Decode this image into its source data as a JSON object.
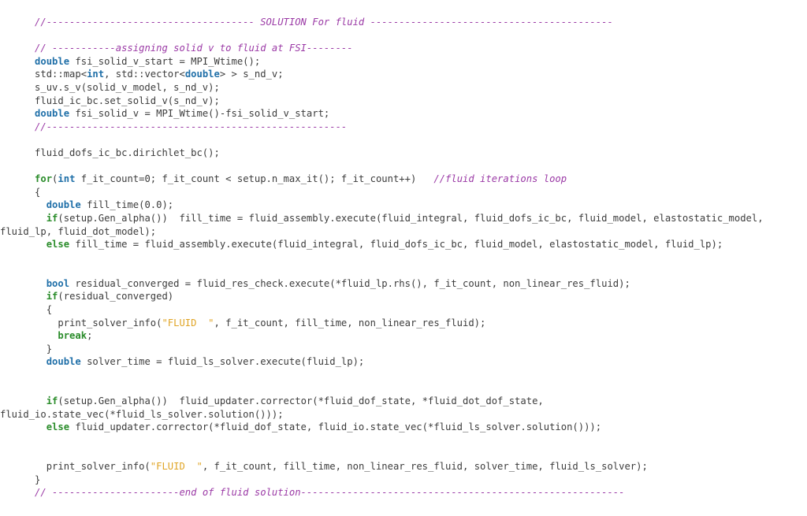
{
  "colors": {
    "background": "#ffffff",
    "plain": "#3c3c3c",
    "keyword_type": "#1f6fa8",
    "keyword_control": "#2a8c2a",
    "comment": "#9b3aa6",
    "string": "#e0a526"
  },
  "lines": [
    [
      {
        "t": "      "
      },
      {
        "t": "//------------------------------------ SOLUTION For fluid ------------------------------------------",
        "c": "cm"
      }
    ],
    [],
    [
      {
        "t": "      "
      },
      {
        "t": "// -----------assigning solid v to fluid at FSI--------",
        "c": "cm"
      }
    ],
    [
      {
        "t": "      "
      },
      {
        "t": "double",
        "c": "kw"
      },
      {
        "t": " fsi_solid_v_start = MPI_Wtime();"
      }
    ],
    [
      {
        "t": "      std::map<"
      },
      {
        "t": "int",
        "c": "kw"
      },
      {
        "t": ", std::vector<"
      },
      {
        "t": "double",
        "c": "kw"
      },
      {
        "t": "> > s_nd_v;"
      }
    ],
    [
      {
        "t": "      s_uv.s_v(solid_v_model, s_nd_v);"
      }
    ],
    [
      {
        "t": "      fluid_ic_bc.set_solid_v(s_nd_v);"
      }
    ],
    [
      {
        "t": "      "
      },
      {
        "t": "double",
        "c": "kw"
      },
      {
        "t": " fsi_solid_v = MPI_Wtime()-fsi_solid_v_start;"
      }
    ],
    [
      {
        "t": "      "
      },
      {
        "t": "//----------------------------------------------------",
        "c": "cm"
      }
    ],
    [],
    [
      {
        "t": "      fluid_dofs_ic_bc.dirichlet_bc();"
      }
    ],
    [],
    [
      {
        "t": "      "
      },
      {
        "t": "for",
        "c": "kw2"
      },
      {
        "t": "("
      },
      {
        "t": "int",
        "c": "kw"
      },
      {
        "t": " f_it_count=0; f_it_count < setup.n_max_it(); f_it_count++)   "
      },
      {
        "t": "//fluid iterations loop",
        "c": "cm"
      }
    ],
    [
      {
        "t": "      {"
      }
    ],
    [
      {
        "t": "        "
      },
      {
        "t": "double",
        "c": "kw"
      },
      {
        "t": " fill_time(0.0);"
      }
    ],
    [
      {
        "t": "        "
      },
      {
        "t": "if",
        "c": "kw2"
      },
      {
        "t": "(setup.Gen_alpha())  fill_time = fluid_assembly.execute(fluid_integral, fluid_dofs_ic_bc, fluid_model, elastostatic_model,"
      }
    ],
    [
      {
        "t": "fluid_lp, fluid_dot_model);"
      }
    ],
    [
      {
        "t": "        "
      },
      {
        "t": "else",
        "c": "kw2"
      },
      {
        "t": " fill_time = fluid_assembly.execute(fluid_integral, fluid_dofs_ic_bc, fluid_model, elastostatic_model, fluid_lp);"
      }
    ],
    [],
    [],
    [
      {
        "t": "        "
      },
      {
        "t": "bool",
        "c": "kw"
      },
      {
        "t": " residual_converged = fluid_res_check.execute(*fluid_lp.rhs(), f_it_count, non_linear_res_fluid);"
      }
    ],
    [
      {
        "t": "        "
      },
      {
        "t": "if",
        "c": "kw2"
      },
      {
        "t": "(residual_converged)"
      }
    ],
    [
      {
        "t": "        {"
      }
    ],
    [
      {
        "t": "          print_solver_info("
      },
      {
        "t": "\"FLUID  \"",
        "c": "st"
      },
      {
        "t": ", f_it_count, fill_time, non_linear_res_fluid);"
      }
    ],
    [
      {
        "t": "          "
      },
      {
        "t": "break",
        "c": "kw2"
      },
      {
        "t": ";"
      }
    ],
    [
      {
        "t": "        }"
      }
    ],
    [
      {
        "t": "        "
      },
      {
        "t": "double",
        "c": "kw"
      },
      {
        "t": " solver_time = fluid_ls_solver.execute(fluid_lp);"
      }
    ],
    [],
    [],
    [
      {
        "t": "        "
      },
      {
        "t": "if",
        "c": "kw2"
      },
      {
        "t": "(setup.Gen_alpha())  fluid_updater.corrector(*fluid_dof_state, *fluid_dot_dof_state,"
      }
    ],
    [
      {
        "t": "fluid_io.state_vec(*fluid_ls_solver.solution()));"
      }
    ],
    [
      {
        "t": "        "
      },
      {
        "t": "else",
        "c": "kw2"
      },
      {
        "t": " fluid_updater.corrector(*fluid_dof_state, fluid_io.state_vec(*fluid_ls_solver.solution()));"
      }
    ],
    [],
    [],
    [
      {
        "t": "        print_solver_info("
      },
      {
        "t": "\"FLUID  \"",
        "c": "st"
      },
      {
        "t": ", f_it_count, fill_time, non_linear_res_fluid, solver_time, fluid_ls_solver);"
      }
    ],
    [
      {
        "t": "      }"
      }
    ],
    [
      {
        "t": "      "
      },
      {
        "t": "// ----------------------end of fluid solution--------------------------------------------------------",
        "c": "cm"
      }
    ]
  ]
}
